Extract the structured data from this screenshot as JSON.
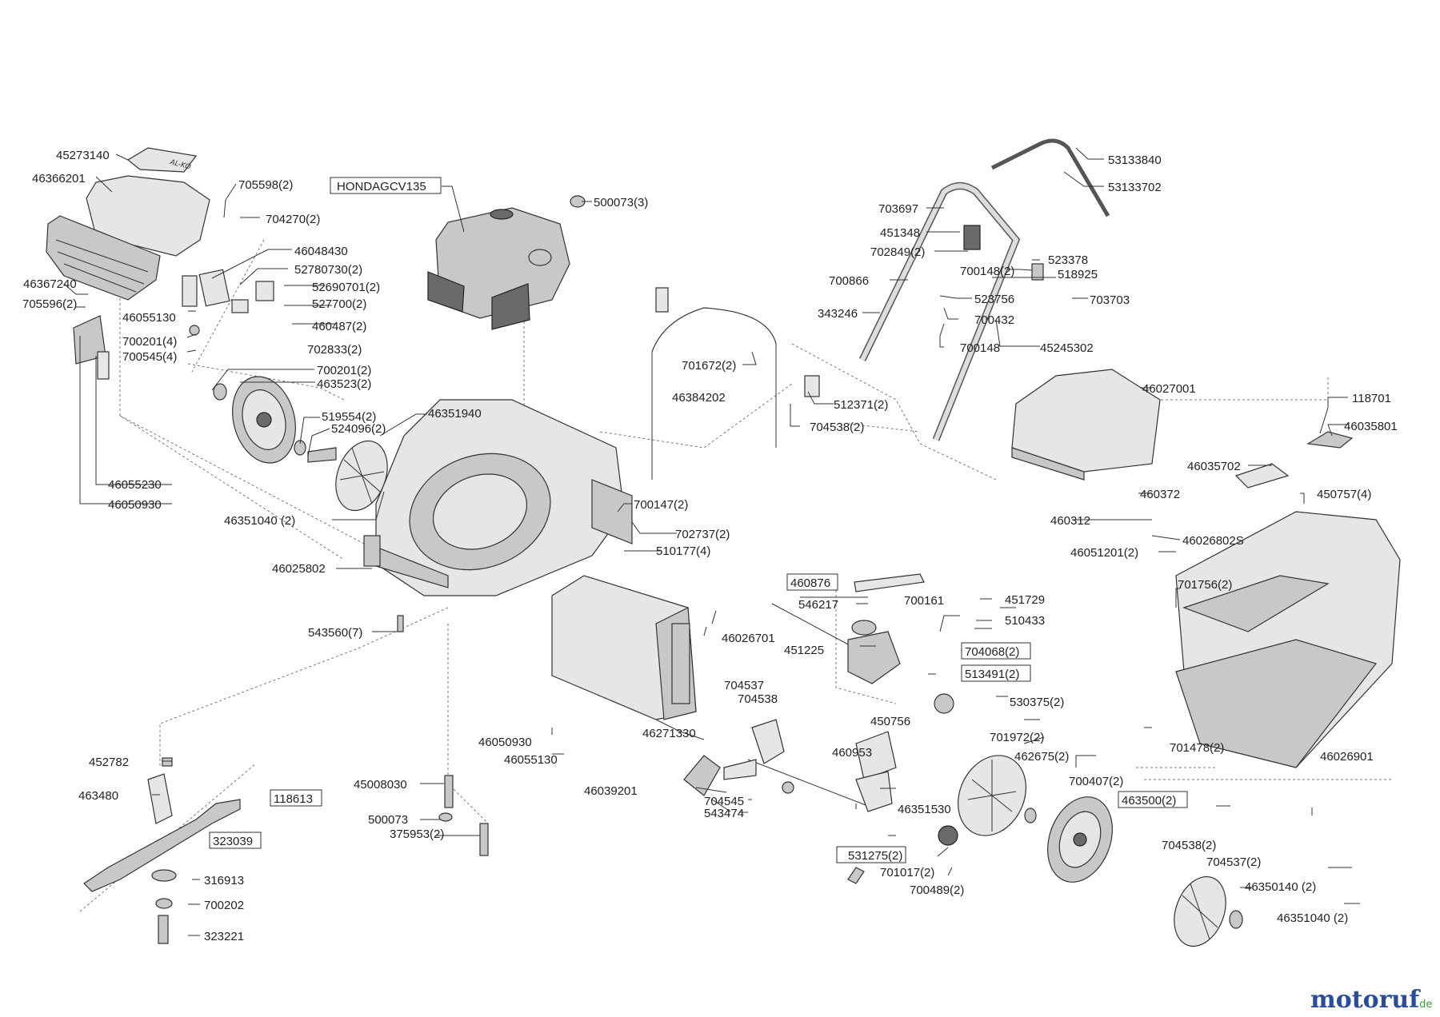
{
  "diagram": {
    "labels": {
      "p45273140": "45273140",
      "p46366201": "46366201",
      "p705598_2": "705598(2)",
      "p704270_2": "704270(2)",
      "p46048430": "46048430",
      "p52780730_2": "52780730(2)",
      "p52690701_2": "52690701(2)",
      "p527700_2": "527700(2)",
      "p460487_2": "460487(2)",
      "p702833_2": "702833(2)",
      "p46367240": "46367240",
      "p705596_2": "705596(2)",
      "p46055130_a": "46055130",
      "p700201_4": "700201(4)",
      "p700545_4": "700545(4)",
      "p700201_2": "700201(2)",
      "p463523_2": "463523(2)",
      "p519554_2": "519554(2)",
      "p524096_2": "524096(2)",
      "p46351940": "46351940",
      "p46055230": "46055230",
      "p46050930_a": "46050930",
      "p46351040_2a": "46351040 (2)",
      "p46025802": "46025802",
      "p543560_7": "543560(7)",
      "p500073_3": "500073(3)",
      "p700147_2": "700147(2)",
      "p702737_2": "702737(2)",
      "p510177_4": "510177(4)",
      "p701672_2": "701672(2)",
      "p46384202": "46384202",
      "p512371_2": "512371(2)",
      "p704538_2a": "704538(2)",
      "p53133840": "53133840",
      "p53133702": "53133702",
      "p703697": "703697",
      "p451348": "451348",
      "p702849_2": "702849(2)",
      "p700148_2": "700148(2)",
      "p523378": "523378",
      "p518925": "518925",
      "p700866": "700866",
      "p523756": "523756",
      "p703703": "703703",
      "p343246": "343246",
      "p700432": "700432",
      "p700148": "700148",
      "p45245302": "45245302",
      "p46027001": "46027001",
      "p118701": "118701",
      "p46035801": "46035801",
      "p46035702": "46035702",
      "p450757_4": "450757(4)",
      "p460372": "460372",
      "p460312": "460312",
      "p46026802S": "46026802S",
      "p46051201_2": "46051201(2)",
      "p701756_2": "701756(2)",
      "p546217": "546217",
      "p700161": "700161",
      "p451729": "451729",
      "p510433": "510433",
      "p451225": "451225",
      "p46026701": "46026701",
      "p704537": "704537",
      "p704538": "704538",
      "p450756": "450756",
      "p530375_2": "530375(2)",
      "p46050930_b": "46050930",
      "p46055130_b": "46055130",
      "p46271330": "46271330",
      "p460953": "460953",
      "p701972_2": "701972(2)",
      "p462675_2": "462675(2)",
      "p701478_2": "701478(2)",
      "p46026901": "46026901",
      "p452782": "452782",
      "p463480": "463480",
      "p45008030": "45008030",
      "p46039201": "46039201",
      "p704545": "704545",
      "p543474": "543474",
      "p46351530": "46351530",
      "p700407_2": "700407(2)",
      "p500073": "500073",
      "p375953_2": "375953(2)",
      "p316913": "316913",
      "p700202": "700202",
      "p323221": "323221",
      "p701017_2": "701017(2)",
      "p700489_2": "700489(2)",
      "p704538_2b": "704538(2)",
      "p704537_2": "704537(2)",
      "p46350140_2": "46350140 (2)",
      "p46351040_2b": "46351040 (2)"
    },
    "boxed_labels": {
      "engine": "HONDAGCV135",
      "b460876": "460876",
      "b704068_2": "704068(2)",
      "b513491_2": "513491(2)",
      "b118613": "118613",
      "b323039": "323039",
      "b463500_2": "463500(2)",
      "b531275_2": "531275(2)"
    },
    "logo_mark": "AL-KO",
    "watermark": {
      "main": "motoruf",
      "suffix": ".de"
    },
    "colors": {
      "line": "#333333",
      "part_fill": "#c8c8c8",
      "engine_fill": "#6a6a6a",
      "watermark_blue": "#2a4d9b",
      "watermark_orange": "#e8731a",
      "watermark_green": "#3a9a3a"
    }
  }
}
